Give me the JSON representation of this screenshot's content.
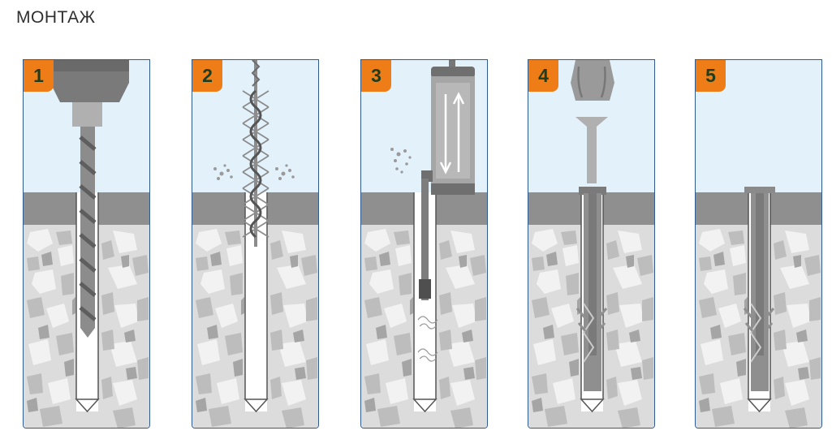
{
  "page": {
    "title": "МОНТАЖ"
  },
  "steps": [
    {
      "number": "1",
      "icon": "drill-bit-icon"
    },
    {
      "number": "2",
      "icon": "cleaning-brush-icon"
    },
    {
      "number": "3",
      "icon": "blow-out-pump-icon"
    },
    {
      "number": "4",
      "icon": "hammer-anchor-icon"
    },
    {
      "number": "5",
      "icon": "installed-anchor-icon"
    }
  ],
  "colors": {
    "sky": "#e3f1fb",
    "border": "#2f5b8f",
    "badge": "#ee7d17",
    "badge_text": "#1e3d1e",
    "surface_band": "#8f8f8f",
    "concrete": "#dcdcdc",
    "stone_light": "#f2f2f2",
    "stone_mid": "#c4c4c4",
    "stone_dark": "#a9a9a9",
    "hole": "#ffffff",
    "tool_dark": "#777777",
    "tool_mid": "#999999",
    "tool_light": "#b8b8b8"
  }
}
